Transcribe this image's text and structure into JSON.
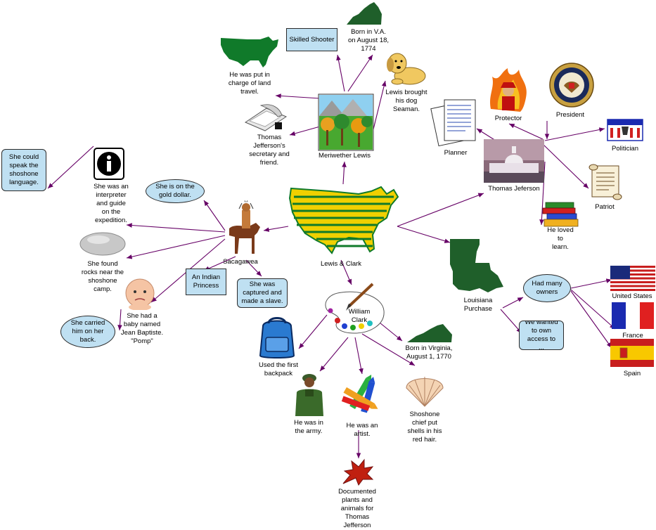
{
  "center": {
    "label": "Lewis & Clark"
  },
  "lewis": {
    "name": "Meriwether Lewis",
    "born": "Born in V.A.\non August 18,\n1774",
    "skill": "Skilled Shooter",
    "dog": "Lewis brought\nhis dog\nSeaman.",
    "land": "He was put in\ncharge of land\ntravel.",
    "secretary": "Thomas\nJefferson's\nsecretary and\nfriend."
  },
  "sacagawea": {
    "name": "Sacagawea",
    "interpreter": "She was an\ninterpreter\nand guide\non the\nexpedition.",
    "speak": "She could\nspeak the\nshoshone\nlanguage.",
    "gold": "She is on the\ngold dollar.",
    "rocks": "She found\nrocks near the\nshoshone\ncamp.",
    "baby": "She had a\nbaby named\nJean Baptiste.\n\"Pomp\"",
    "carried": "She carried\nhim on her\nback.",
    "princess": "An Indian\nPrincess",
    "captured": "She was\ncaptured and\nmade a slave."
  },
  "clark": {
    "name": "William\nClark",
    "backpack": "Used the first\nbackpack",
    "born": "Born in Virginia,\nAugust 1, 1770",
    "army": "He was in\nthe army.",
    "artist": "He was an\nartist.",
    "shells": "Shoshone\nchief put\nshells in his\nred hair.",
    "plants": "Documented\nplants and\nanimals for\nThomas\nJefferson"
  },
  "jefferson": {
    "name": "Thomas Jeferson",
    "planner": "Planner",
    "protector": "Protector",
    "president": "President",
    "politician": "Politician",
    "patriot": "Patriot",
    "loved": "He loved\nto\nlearn."
  },
  "louisiana": {
    "name": "Louisiana\nPurchase",
    "owners": "Had many\nowners",
    "access": "We wanted\nto own\naccess to\n...",
    "us": "United States",
    "france": "France",
    "spain": "Spain"
  },
  "colors": {
    "arrow": "#660066",
    "bubble": "#bfe0f2",
    "map_green": "#107a2a",
    "map_yellow": "#f0d000"
  }
}
